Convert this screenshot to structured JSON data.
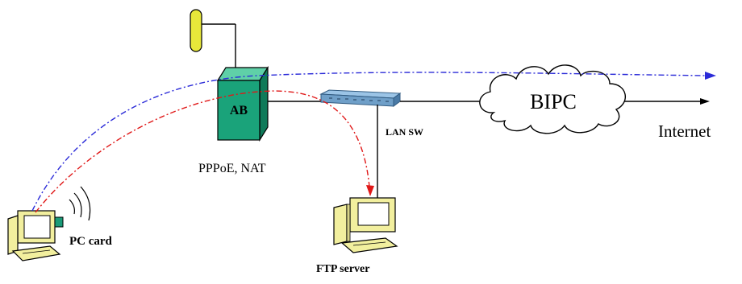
{
  "labels": {
    "ab": "AB",
    "pppoe_nat": "PPPoE, NAT",
    "lan_sw": "LAN SW",
    "bipc": "BIPC",
    "internet": "Internet",
    "pc_card": "PC card",
    "ftp_server": "FTP server"
  },
  "colors": {
    "ab_box_front": "#1aa37a",
    "ab_box_top": "#5fd0a8",
    "ab_box_side": "#0f7a59",
    "antenna": "#e8e83a",
    "switch": "#6f9fc8",
    "blue_path": "#2b2bd8",
    "red_path": "#e01818",
    "pc_body": "#f2ef9e",
    "pc_screen": "#ffffff",
    "pc_card": "#1a9a78",
    "line": "#000000"
  },
  "icons": {
    "wireless_waves": "wifi-waves-icon",
    "cloud": "cloud-icon"
  }
}
